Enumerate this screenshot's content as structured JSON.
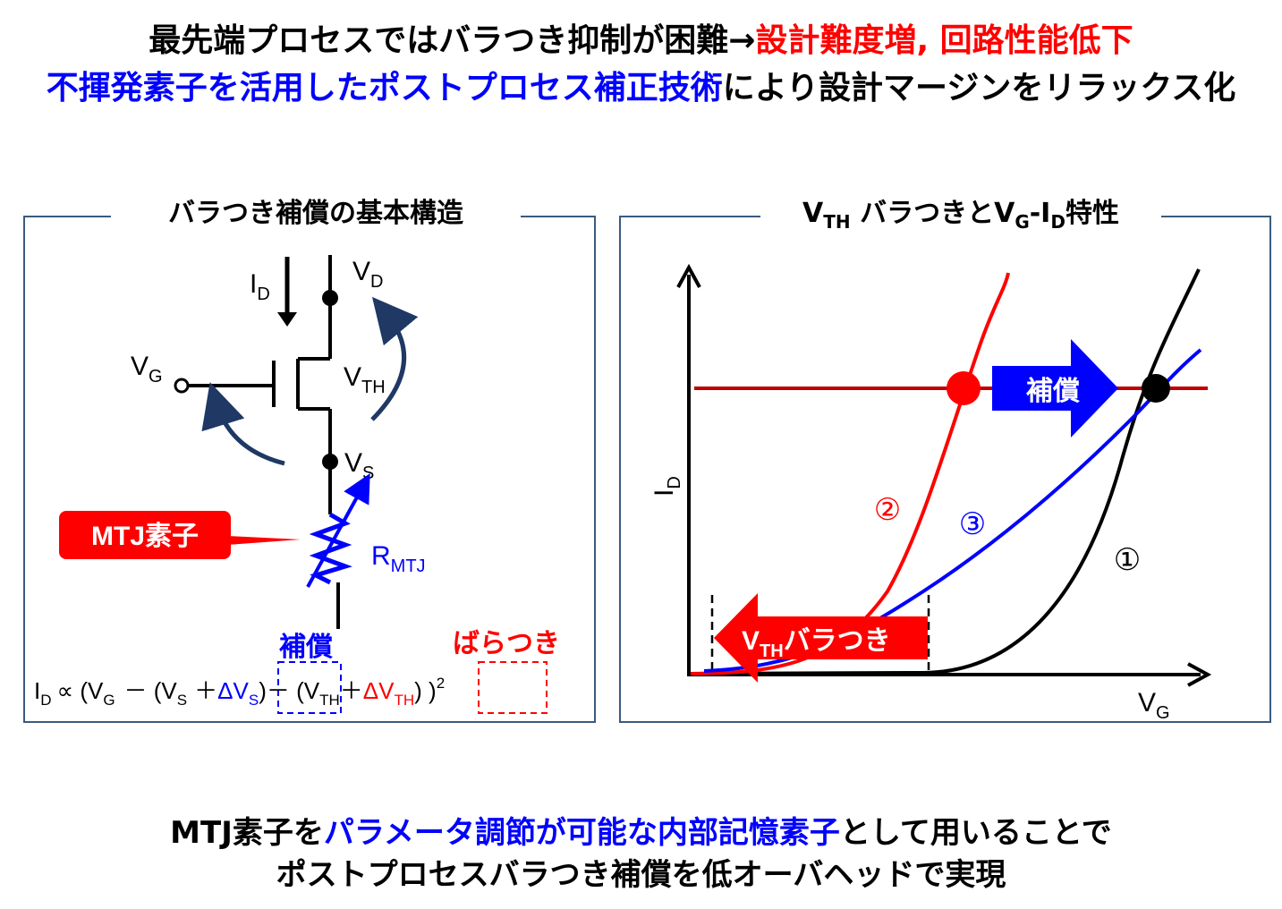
{
  "headline": {
    "line1_black": "最先端プロセスではバラつき抑制が困難→",
    "line1_red": "設計難度増, 回路性能低下",
    "line2_blue": "不揮発素子を活用したポストプロセス補正技術",
    "line2_black": "により設計マージンをリラックス化"
  },
  "left_panel": {
    "title": "バラつき補償の基本構造",
    "labels": {
      "id": "I",
      "id_sub": "D",
      "vd": "V",
      "vd_sub": "D",
      "vg": "V",
      "vg_sub": "G",
      "vth": "V",
      "vth_sub": "TH",
      "vs": "V",
      "vs_sub": "S",
      "rmtj": "R",
      "rmtj_sub": "MTJ",
      "mtj_callout": "MTJ素子",
      "comp_label": "補償",
      "var_label": "ばらつき"
    },
    "equation": {
      "id": "I",
      "id_sub": "D",
      "prop": "∝ (V",
      "vg_sub": "G",
      "minus1": "－ (V",
      "vs_sub": "S",
      "plus1": "＋",
      "dvs": "ΔV",
      "dvs_sub": "S",
      "close1": ")－ (V",
      "vth_sub": "TH",
      "plus2": "＋",
      "dvth": "ΔV",
      "dvth_sub": "TH",
      "close2": ") )",
      "sup": "2"
    }
  },
  "right_panel": {
    "title_v": "V",
    "title_v_sub": "TH",
    "title_mid": " バラつきとV",
    "title_vg_sub": "G",
    "title_dash": "-I",
    "title_id_sub": "D",
    "title_end": "特性",
    "y_axis": "I",
    "y_axis_sub": "D",
    "x_axis": "V",
    "x_axis_sub": "G",
    "comp_arrow": "補償",
    "var_arrow_v": "V",
    "var_arrow_sub": "TH",
    "var_arrow_text": "バラつき",
    "curve1": "①",
    "curve2": "②",
    "curve3": "③"
  },
  "footer": {
    "line1_black1": "MTJ素子を",
    "line1_blue": "パラメータ調節が可能な内部記憶素子",
    "line1_black2": "として用いることで",
    "line2": "ポストプロセスバラつき補償を低オーバヘッドで実現"
  },
  "colors": {
    "red": "#ff0000",
    "blue": "#0000ff",
    "navy": "#1f3864",
    "frame": "#3b5a80",
    "dark_red": "#c00000"
  }
}
